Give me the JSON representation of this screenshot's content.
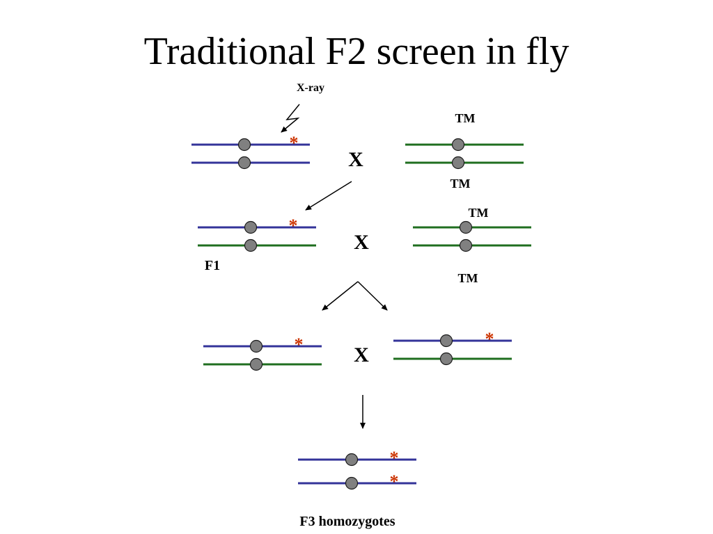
{
  "title": "Traditional F2 screen in fly",
  "labels": {
    "xray": "X-ray",
    "balancer": "TM",
    "cross": "X",
    "f1": "F1",
    "f3": "F3 homozygotes",
    "mutation_mark": "*"
  },
  "colors": {
    "mutagenized_chromosome": "#333399",
    "balancer_chromosome": "#1f6e1f",
    "centromere": "#808080",
    "mutation": "#cc3300"
  },
  "icons": {
    "xray": "lightning-bolt-icon",
    "cross": "cross-symbol",
    "arrow": "arrow-icon"
  }
}
